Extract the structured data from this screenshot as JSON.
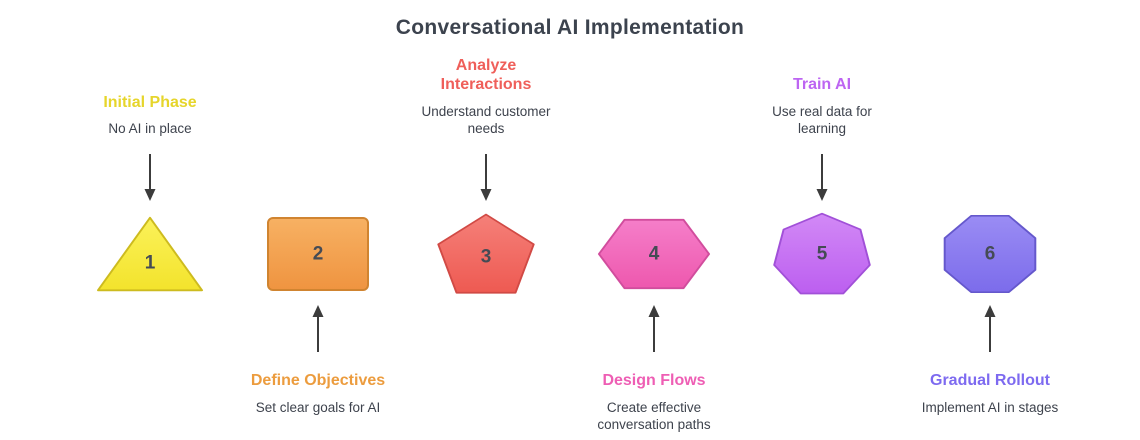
{
  "title": "Conversational AI Implementation",
  "colors": {
    "title_text": "#3c434e",
    "description_text": "#3e434d",
    "number_text": "#454b55",
    "arrow": "#3c3c3c"
  },
  "phases": [
    {
      "number": "1",
      "name": "Initial Phase",
      "description": "No AI in place",
      "label_position": "above",
      "shape": "triangle",
      "name_color": "#e6d52b",
      "fill_top": "#fbf25a",
      "fill_bottom": "#f3e32c",
      "stroke": "#cdbb1f"
    },
    {
      "number": "2",
      "name": "Define Objectives",
      "description": "Set clear goals for AI",
      "label_position": "below",
      "shape": "square",
      "name_color": "#ec9c3e",
      "fill_top": "#f7b163",
      "fill_bottom": "#ef9440",
      "stroke": "#d08430"
    },
    {
      "number": "3",
      "name": "Analyze Interactions",
      "description": "Understand customer needs",
      "label_position": "above",
      "shape": "pentagon",
      "name_color": "#ef5f5a",
      "fill_top": "#f58079",
      "fill_bottom": "#ee5a52",
      "stroke": "#d14a45"
    },
    {
      "number": "4",
      "name": "Design Flows",
      "description": "Create effective conversation paths",
      "label_position": "below",
      "shape": "hexagon",
      "name_color": "#ee5eb4",
      "fill_top": "#f57ec9",
      "fill_bottom": "#ee58ae",
      "stroke": "#d14d9d"
    },
    {
      "number": "5",
      "name": "Train AI",
      "description": "Use real data for learning",
      "label_position": "above",
      "shape": "heptagon",
      "name_color": "#bd65f2",
      "fill_top": "#d289f6",
      "fill_bottom": "#bc5ff0",
      "stroke": "#a150d8"
    },
    {
      "number": "6",
      "name": "Gradual Rollout",
      "description": "Implement AI in stages",
      "label_position": "below",
      "shape": "octagon",
      "name_color": "#7d6af0",
      "fill_top": "#9a8cf4",
      "fill_bottom": "#7c6ceb",
      "stroke": "#6558cc"
    }
  ]
}
